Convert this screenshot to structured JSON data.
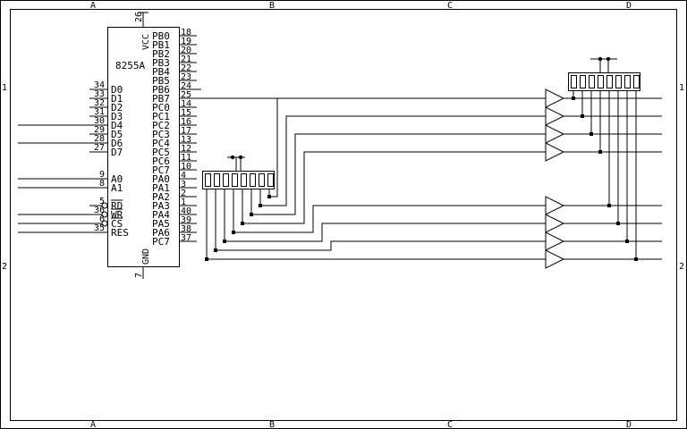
{
  "border": {
    "cols": [
      "A",
      "B",
      "C",
      "D"
    ],
    "rows": [
      "1",
      "2"
    ]
  },
  "chip": {
    "name": "8255A",
    "vcc_label": "VCC",
    "vcc_pin": "26",
    "gnd_label": "GND",
    "gnd_pin": "7",
    "left_pins": [
      {
        "name": "D0",
        "num": "34"
      },
      {
        "name": "D1",
        "num": "33"
      },
      {
        "name": "D2",
        "num": "32"
      },
      {
        "name": "D3",
        "num": "31"
      },
      {
        "name": "D4",
        "num": "30"
      },
      {
        "name": "D5",
        "num": "29"
      },
      {
        "name": "D6",
        "num": "28"
      },
      {
        "name": "D7",
        "num": "27"
      },
      {
        "name": "A0",
        "num": "9"
      },
      {
        "name": "A1",
        "num": "8"
      },
      {
        "name": "RD",
        "num": "5"
      },
      {
        "name": "WR",
        "num": "36"
      },
      {
        "name": "CS",
        "num": "6"
      },
      {
        "name": "RES",
        "num": "35"
      }
    ],
    "right_pins": [
      {
        "name": "PB0",
        "num": "18"
      },
      {
        "name": "PB1",
        "num": "19"
      },
      {
        "name": "PB2",
        "num": "20"
      },
      {
        "name": "PB3",
        "num": "21"
      },
      {
        "name": "PB4",
        "num": "22"
      },
      {
        "name": "PB5",
        "num": "23"
      },
      {
        "name": "PB6",
        "num": "24"
      },
      {
        "name": "PB7",
        "num": "25"
      },
      {
        "name": "PC0",
        "num": "14"
      },
      {
        "name": "PC1",
        "num": "15"
      },
      {
        "name": "PC2",
        "num": "16"
      },
      {
        "name": "PC3",
        "num": "17"
      },
      {
        "name": "PC4",
        "num": "13"
      },
      {
        "name": "PC5",
        "num": "12"
      },
      {
        "name": "PC6",
        "num": "11"
      },
      {
        "name": "PC7",
        "num": "10"
      },
      {
        "name": "PA0",
        "num": "4"
      },
      {
        "name": "PA1",
        "num": "3"
      },
      {
        "name": "PA2",
        "num": "2"
      },
      {
        "name": "PA3",
        "num": "1"
      },
      {
        "name": "PA4",
        "num": "40"
      },
      {
        "name": "PA5",
        "num": "39"
      },
      {
        "name": "PA6",
        "num": "38"
      },
      {
        "name": "PC7",
        "num": "37"
      }
    ]
  }
}
